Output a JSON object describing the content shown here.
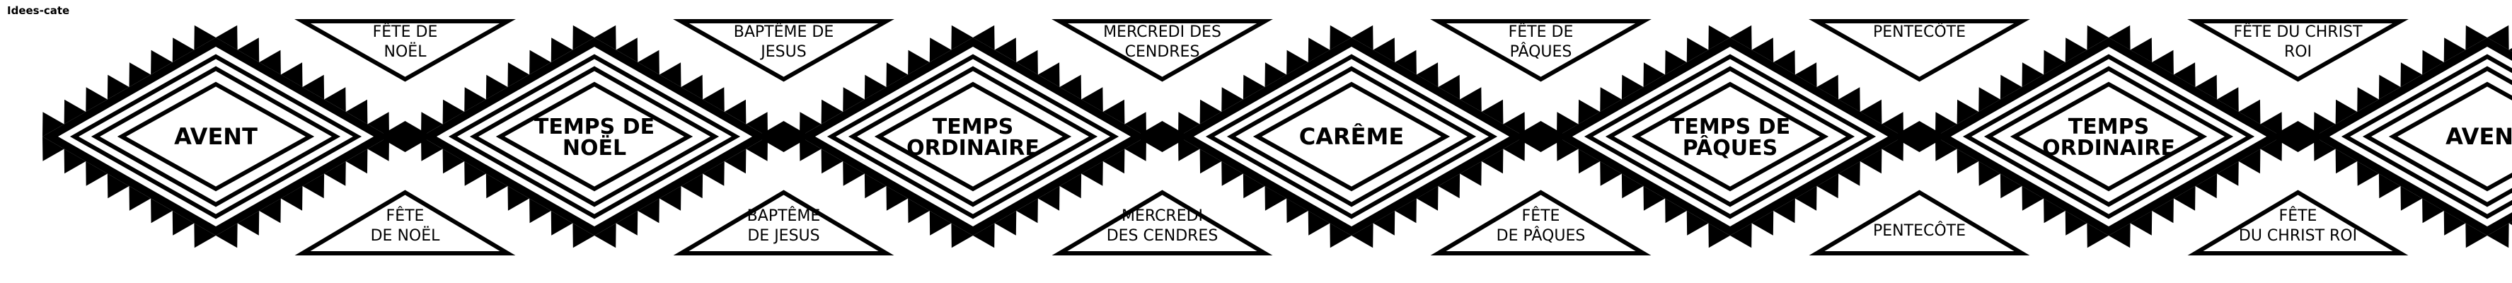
{
  "watermark": "Idees-cate",
  "colors": {
    "ink": "#000000",
    "paper": "#ffffff"
  },
  "seasons": [
    {
      "lines": [
        "AVENT"
      ]
    },
    {
      "lines": [
        "TEMPS DE",
        "NOËL"
      ]
    },
    {
      "lines": [
        "TEMPS",
        "ORDINAIRE"
      ]
    },
    {
      "lines": [
        "CARÊME"
      ]
    },
    {
      "lines": [
        "TEMPS DE",
        "PÂQUES"
      ]
    },
    {
      "lines": [
        "TEMPS",
        "ORDINAIRE"
      ]
    },
    {
      "lines": [
        "AVENT"
      ]
    }
  ],
  "feasts_top": [
    {
      "lines": [
        "FÊTE DE",
        "NOËL"
      ]
    },
    {
      "lines": [
        "BAPTÊME DE",
        "JESUS"
      ]
    },
    {
      "lines": [
        "MERCREDI DES",
        "CENDRES"
      ]
    },
    {
      "lines": [
        "FÊTE DE",
        "PÂQUES"
      ]
    },
    {
      "lines": [
        "PENTECÔTE"
      ]
    },
    {
      "lines": [
        "FÊTE DU CHRIST",
        "ROI"
      ]
    }
  ],
  "feasts_bottom": [
    {
      "lines": [
        "FÊTE",
        "DE NOËL"
      ]
    },
    {
      "lines": [
        "BAPTÊME",
        "DE JESUS"
      ]
    },
    {
      "lines": [
        "MERCREDI",
        "DES CENDRES"
      ]
    },
    {
      "lines": [
        "FÊTE",
        "DE PÂQUES"
      ]
    },
    {
      "lines": [
        "PENTECÔTE"
      ]
    },
    {
      "lines": [
        "FÊTE",
        "DU CHRIST ROI"
      ]
    }
  ]
}
